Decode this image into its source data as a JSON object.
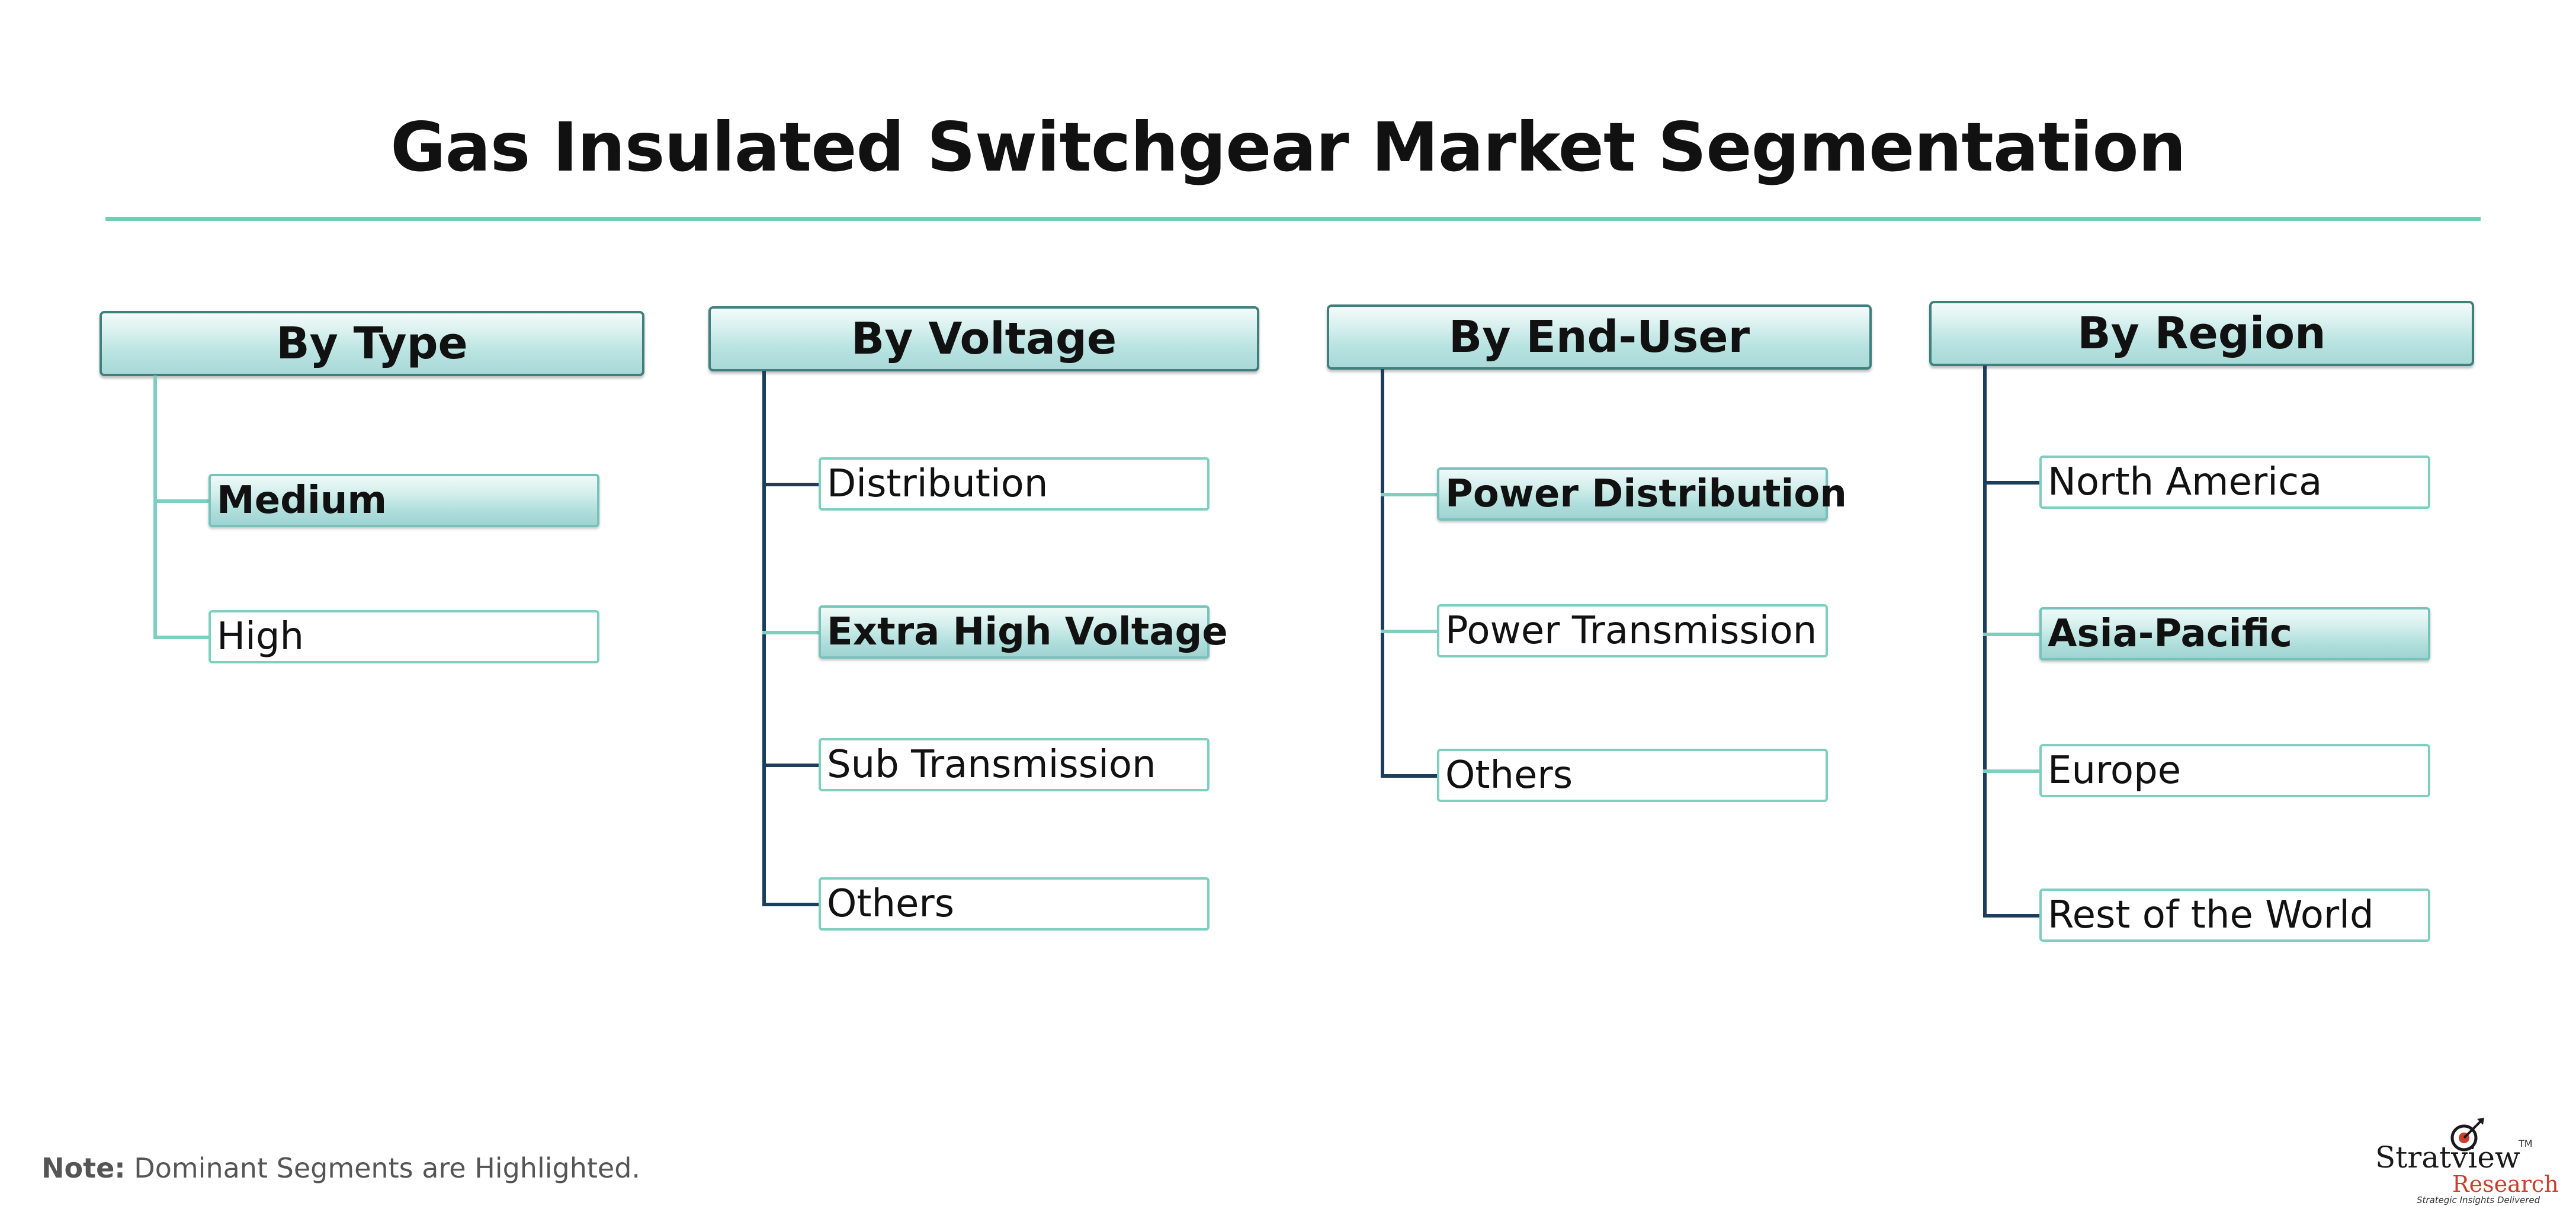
{
  "title": "Gas Insulated Switchgear Market Segmentation",
  "columns": [
    {
      "header": "By Type",
      "items": [
        {
          "label": "Medium",
          "highlighted": true
        },
        {
          "label": "High",
          "highlighted": false
        }
      ]
    },
    {
      "header": "By Voltage",
      "items": [
        {
          "label": "Distribution",
          "highlighted": false
        },
        {
          "label": "Extra High Voltage",
          "highlighted": true
        },
        {
          "label": "Sub Transmission",
          "highlighted": false
        },
        {
          "label": "Others",
          "highlighted": false
        }
      ]
    },
    {
      "header": "By End-User",
      "items": [
        {
          "label": "Power Distribution",
          "highlighted": true
        },
        {
          "label": "Power Transmission",
          "highlighted": false
        },
        {
          "label": "Others",
          "highlighted": false
        }
      ]
    },
    {
      "header": "By Region",
      "items": [
        {
          "label": "North America",
          "highlighted": false
        },
        {
          "label": "Asia-Pacific",
          "highlighted": true
        },
        {
          "label": "Europe",
          "highlighted": false
        },
        {
          "label": "Rest of the World",
          "highlighted": false
        }
      ]
    }
  ],
  "note": {
    "label": "Note:",
    "text": " Dominant Segments are Highlighted."
  },
  "logo": {
    "name": "Stratview",
    "tm": "TM",
    "sub": "Research",
    "tagline": "Strategic Insights Delivered"
  },
  "colors": {
    "accent_teal": "#7fcfc0",
    "connector_navy": "#1d3d5c",
    "header_border": "#3f7f7c",
    "logo_red": "#c8402b"
  }
}
